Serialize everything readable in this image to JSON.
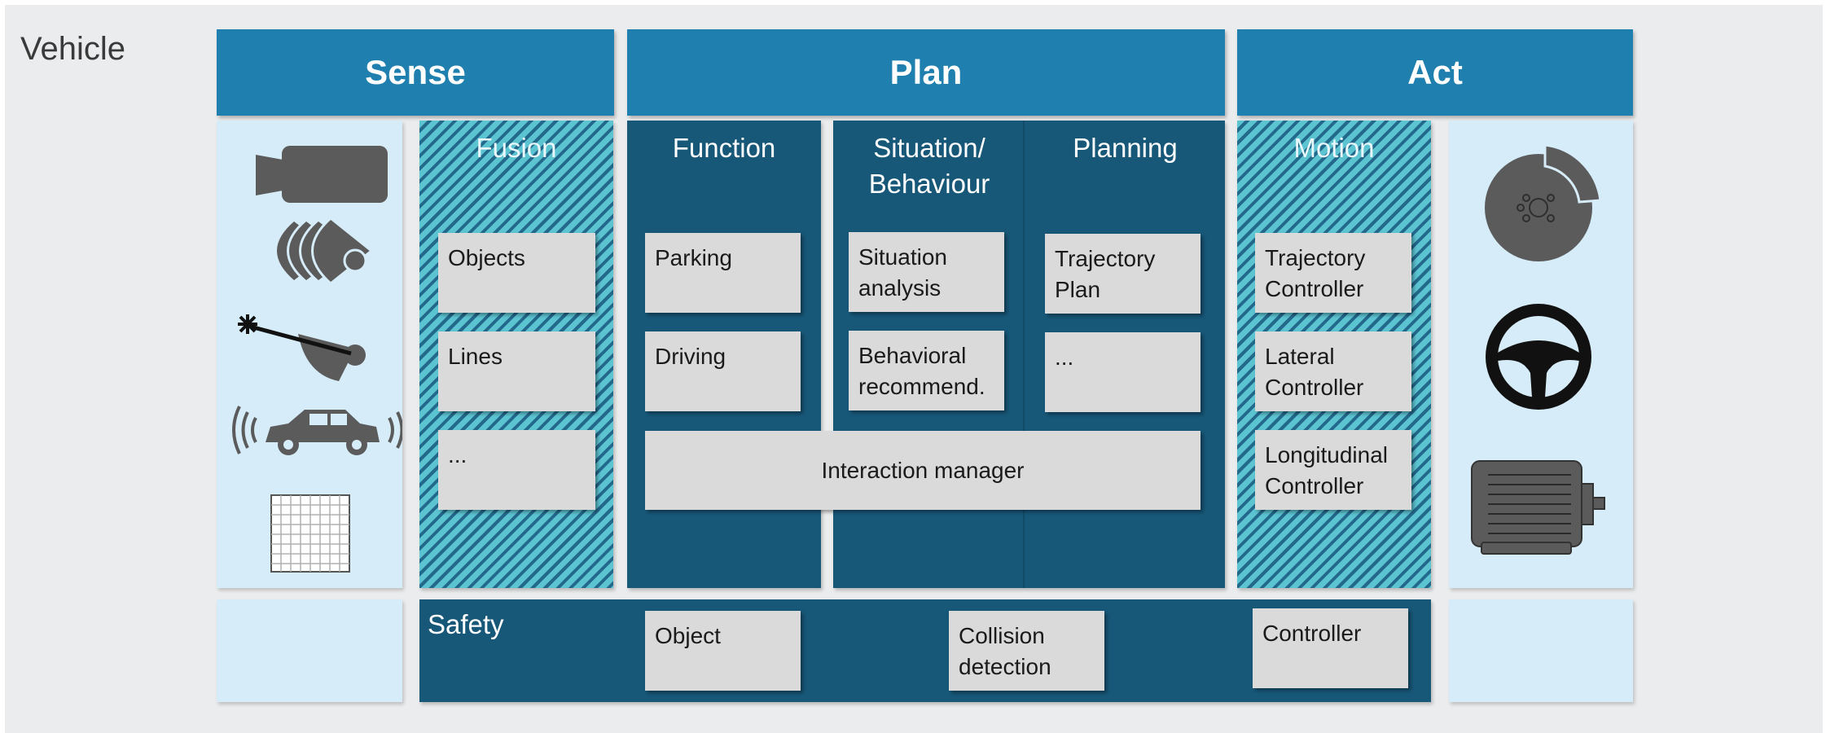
{
  "vehicle_label": "Vehicle",
  "headers": {
    "sense": "Sense",
    "plan": "Plan",
    "act": "Act"
  },
  "columns": {
    "fusion": {
      "title": "Fusion",
      "items": [
        "Objects",
        "Lines",
        "..."
      ]
    },
    "function": {
      "title": "Function",
      "items": [
        "Parking",
        "Driving"
      ]
    },
    "situation": {
      "title_line1": "Situation/",
      "title_line2": "Behaviour",
      "items": [
        [
          "Situation",
          "analysis"
        ],
        [
          "Behavioral",
          "recommend."
        ]
      ]
    },
    "planning": {
      "title": "Planning",
      "items": [
        [
          "Trajectory",
          "Plan"
        ],
        [
          "..."
        ]
      ]
    },
    "motion": {
      "title": "Motion",
      "items": [
        [
          "Trajectory",
          "Controller"
        ],
        [
          "Lateral",
          "Controller"
        ],
        [
          "Longitudinal",
          "Controller"
        ]
      ]
    }
  },
  "interaction_manager": "Interaction manager",
  "safety": {
    "label": "Safety",
    "items": [
      [
        "Object"
      ],
      [
        "Collision",
        "detection"
      ],
      [
        "Controller"
      ]
    ]
  },
  "icons": {
    "sensors": [
      "camera-icon",
      "radar-icon",
      "lidar-icon",
      "ultrasonic-car-icon",
      "map-grid-icon"
    ],
    "actuators": [
      "brake-disc-icon",
      "steering-wheel-icon",
      "electric-motor-icon"
    ]
  },
  "colors": {
    "header": "#1f7fae",
    "dark_column": "#175778",
    "light_column": "#d6ecf8",
    "hatch_light": "#5cc3d1",
    "hatch_dark": "#23698c",
    "box": "#dadada",
    "icon": "#5b5b5b"
  }
}
